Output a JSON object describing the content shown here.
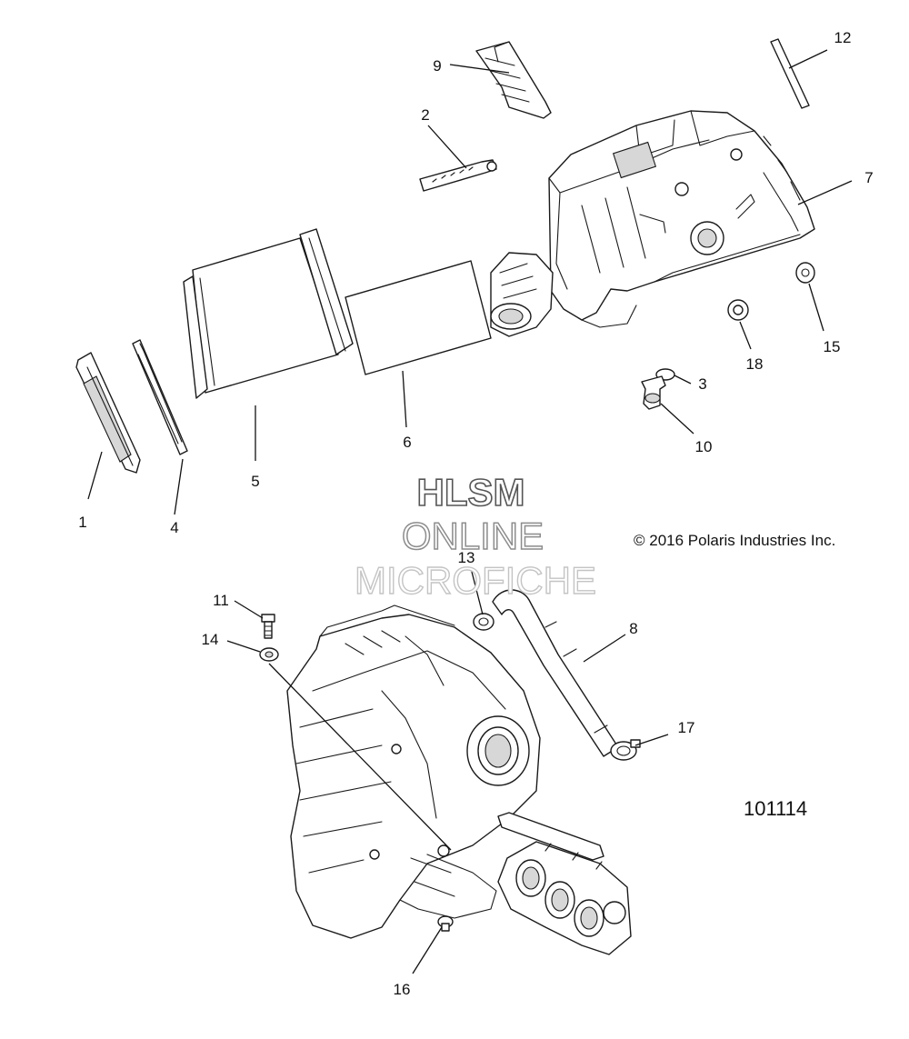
{
  "callouts": [
    {
      "number": "1"
    },
    {
      "number": "2"
    },
    {
      "number": "3"
    },
    {
      "number": "4"
    },
    {
      "number": "5"
    },
    {
      "number": "6"
    },
    {
      "number": "7"
    },
    {
      "number": "8"
    },
    {
      "number": "9"
    },
    {
      "number": "10"
    },
    {
      "number": "11"
    },
    {
      "number": "12"
    },
    {
      "number": "13"
    },
    {
      "number": "14"
    },
    {
      "number": "15"
    },
    {
      "number": "16"
    },
    {
      "number": "17"
    },
    {
      "number": "18"
    }
  ],
  "watermark": {
    "line1": "HLSM",
    "line2": "ONLINE",
    "line3": "MICROFICHE"
  },
  "copyright": "© 2016 Polaris Industries Inc.",
  "figure_number": "101114"
}
